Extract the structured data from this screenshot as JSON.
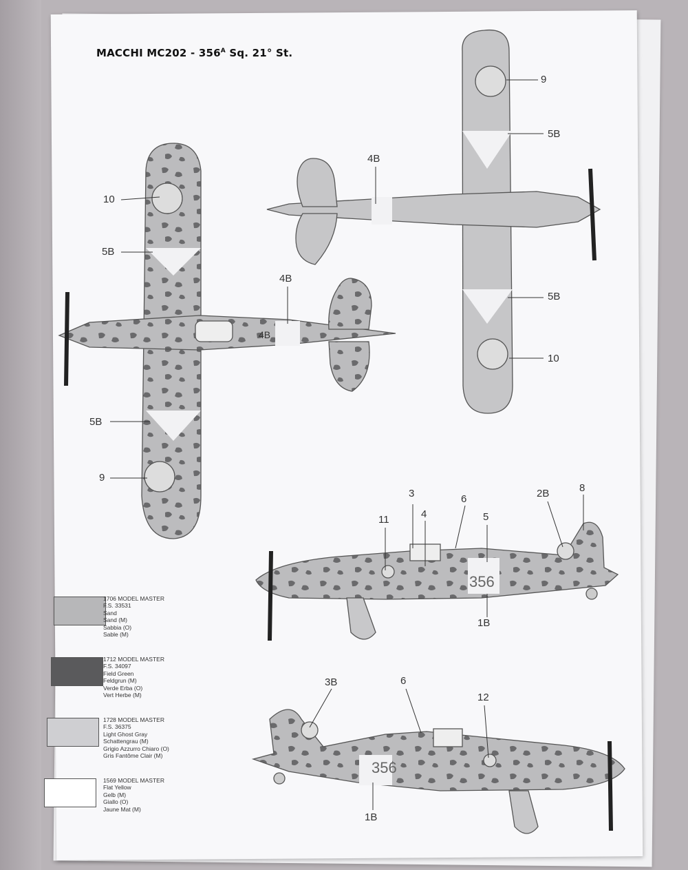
{
  "title": {
    "main": "MACCHI MC202 - 356",
    "sup": "A",
    "rest": " Sq. 21° St."
  },
  "callouts": {
    "top_9": "9",
    "top_5b_a": "5B",
    "top_4b": "4B",
    "top_5b_b": "5B",
    "top_10": "10",
    "bot_10": "10",
    "bot_5b_a": "5B",
    "bot_4b": "4B",
    "bot_4b_inner": "4B",
    "bot_5b_b": "5B",
    "bot_9": "9",
    "s1_3": "3",
    "s1_6": "6",
    "s1_2b": "2B",
    "s1_8": "8",
    "s1_11": "11",
    "s1_4": "4",
    "s1_5": "5",
    "s1_1b": "1B",
    "s2_3b": "3B",
    "s2_6": "6",
    "s2_12": "12",
    "s2_1b": "1B"
  },
  "fuselage_code": "356",
  "legend": [
    {
      "code": "1706 MODEL MASTER",
      "fs": "F.S. 33531",
      "names": [
        "Sand",
        "Sand (M)",
        "Sabbia (O)",
        "Sable (M)"
      ],
      "color": "#b7b7b9"
    },
    {
      "code": "1712 MODEL MASTER",
      "fs": "F.S. 34097",
      "names": [
        "Field Green",
        "Feldgrun (M)",
        "Verde Erba (O)",
        "Vert Herbe (M)"
      ],
      "color": "#5a5a5c"
    },
    {
      "code": "1728 MODEL MASTER",
      "fs": "F.S. 36375",
      "names": [
        "Light Ghost Gray",
        "Schattengrau (M)",
        "Grigio Azzurro Chiaro (O)",
        "Gris Fantôme Clair (M)"
      ],
      "color": "#cfcfd2"
    },
    {
      "code": "1569 MODEL MASTER",
      "fs": "",
      "names": [
        "Flat Yellow",
        "Gelb (M)",
        "Giallo (O)",
        "Jaune Mat (M)"
      ],
      "color": "#ffffff"
    }
  ]
}
